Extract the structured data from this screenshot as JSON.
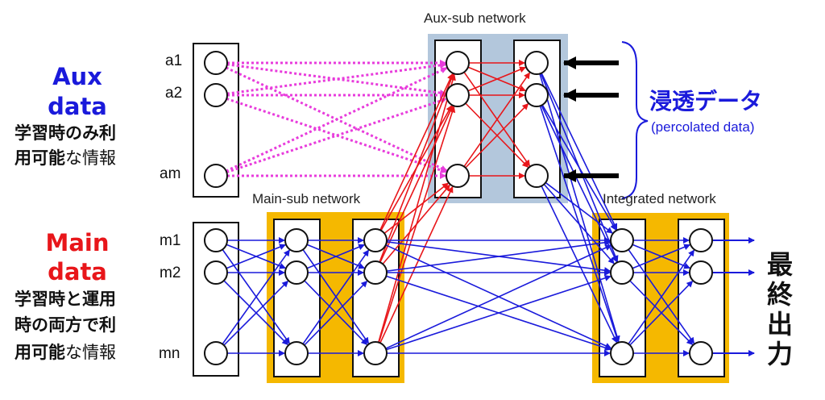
{
  "aux": {
    "title_line1": "Aux",
    "title_line2": "data",
    "desc_line1": "学習時のみ利",
    "desc_line2_bold": "用可能",
    "desc_line2_thin": "な情報",
    "node_labels": [
      "a1",
      "a2",
      "am"
    ]
  },
  "main": {
    "title_line1": "Main",
    "title_line2": "data",
    "desc_line1": "学習時と運用",
    "desc_line2": "時の両方で利",
    "desc_line3_bold": "用可能",
    "desc_line3_thin": "な情報",
    "node_labels": [
      "m1",
      "m2",
      "mn"
    ]
  },
  "networks": {
    "aux_sub": "Aux-sub network",
    "main_sub": "Main-sub network",
    "integrated": "Integrated network"
  },
  "percolated": {
    "jp": "浸透データ",
    "en": "(percolated data)"
  },
  "output": {
    "chars": [
      "最",
      "終",
      "出",
      "力"
    ]
  },
  "colors": {
    "aux_highlight": "#b3c7dc",
    "main_highlight": "#f5b800",
    "blue_arrow": "#1a1adb",
    "red_arrow": "#e8161a",
    "magenta_dotted": "#e83cdc"
  }
}
